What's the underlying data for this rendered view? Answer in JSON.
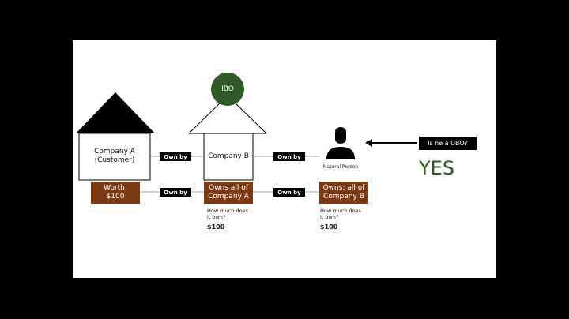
{
  "colors": {
    "background": "#000000",
    "slide": "#ffffff",
    "brown": "#7b3a14",
    "ibo_green": "#2f5a26",
    "yes_green": "#2d5a1e"
  },
  "company_a": {
    "name": "Company A (Customer)",
    "worth": "Worth: $100"
  },
  "company_b": {
    "name": "Company B",
    "owns": "Owns all of Company A",
    "question": "How much does it own?",
    "amount": "$100"
  },
  "ibo": {
    "label": "IBO"
  },
  "person": {
    "label": "Natural Person",
    "icon": "person-silhouette-icon"
  },
  "owns_person": {
    "owns": "Owns: all of Company B",
    "question": "How much does it own?",
    "amount": "$100"
  },
  "tags": {
    "a_to_b_top": "Own by",
    "a_to_b_bottom": "Own by",
    "b_to_p_top": "Own by",
    "b_to_p_bottom": "Own by"
  },
  "ubo": {
    "question": "Is he a UBO?",
    "answer": "YES"
  }
}
